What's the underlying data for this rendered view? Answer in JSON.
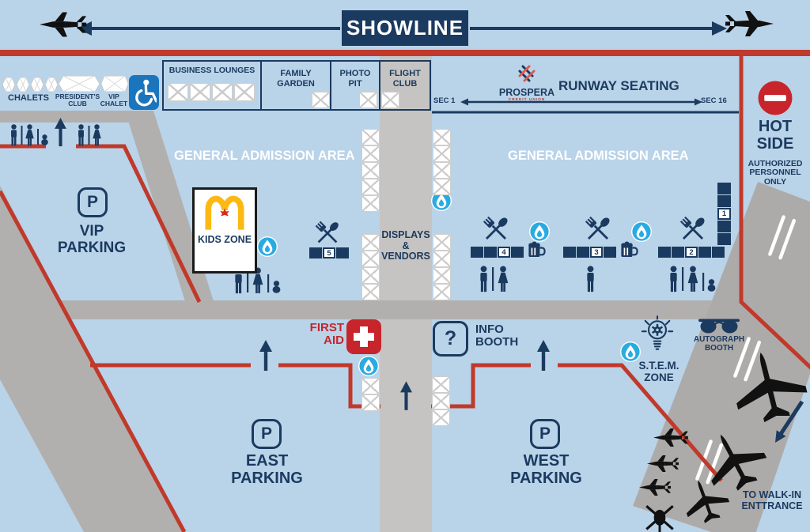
{
  "colors": {
    "background_blue": "#b9d3e9",
    "navy": "#1b3a5f",
    "boundary_red": "#c0392b",
    "road_gray": "#b2b0ae",
    "walkway_gray": "#c6c4c2",
    "water_blue": "#29abe2",
    "mcdonalds_gold": "#fdb913",
    "first_aid_red": "#c8242b",
    "accessibility_blue": "#1b75bc",
    "white": "#ffffff",
    "black": "#111111"
  },
  "showline": {
    "label": "SHOWLINE"
  },
  "top": {
    "chalets": "CHALETS",
    "presidents_club": [
      "PRESIDENT'S",
      "CLUB"
    ],
    "vip_chalet": [
      "VIP",
      "CHALET"
    ],
    "business_lounges": "BUSINESS LOUNGES",
    "family_garden": [
      "FAMILY",
      "GARDEN"
    ],
    "photo_pit": [
      "PHOTO",
      "PIT"
    ],
    "flight_club": [
      "FLIGHT",
      "CLUB"
    ]
  },
  "runway_seating": {
    "sponsor": "PROSPERA",
    "sponsor_sub": "CREDIT UNION",
    "label": "RUNWAY SEATING",
    "sec_start": "SEC 1",
    "sec_end": "SEC 16"
  },
  "areas": {
    "ga_left": "GENERAL ADMISSION AREA",
    "ga_right": "GENERAL ADMISSION AREA",
    "displays_vendors": [
      "DISPLAYS",
      "&",
      "VENDORS"
    ],
    "hot_side": [
      "HOT",
      "SIDE"
    ],
    "hot_side_sub": [
      "AUTHORIZED",
      "PERSONNEL",
      "ONLY"
    ]
  },
  "parking": {
    "p": "P",
    "vip": [
      "VIP",
      "PARKING"
    ],
    "east": [
      "EAST",
      "PARKING"
    ],
    "west": [
      "WEST",
      "PARKING"
    ]
  },
  "pois": {
    "kids_zone": "KIDS ZONE",
    "first_aid": [
      "FIRST",
      "AID"
    ],
    "info_booth": [
      "INFO",
      "BOOTH"
    ],
    "info_mark": "?",
    "stem_zone": [
      "S.T.E.M.",
      "ZONE"
    ],
    "autograph_booth": [
      "AUTOGRAPH",
      "BOOTH"
    ],
    "walk_in": [
      "TO WALK-IN",
      "ENTTRANCE"
    ]
  },
  "food_stands": {
    "s1": "1",
    "s2": "2",
    "s3": "3",
    "s4": "4",
    "s5": "5"
  },
  "icons": [
    "fighter-jet",
    "transport-plane",
    "helicopter",
    "chalet-tent",
    "wheelchair-accessible",
    "no-entry",
    "water-drop",
    "restroom-man",
    "restroom-woman",
    "restroom-baby",
    "fork-spoon",
    "beer-mug",
    "first-aid-cross",
    "parking-p",
    "question-mark",
    "lightbulb-gear",
    "sunglasses",
    "mcdonalds-arches",
    "arrow-up"
  ]
}
